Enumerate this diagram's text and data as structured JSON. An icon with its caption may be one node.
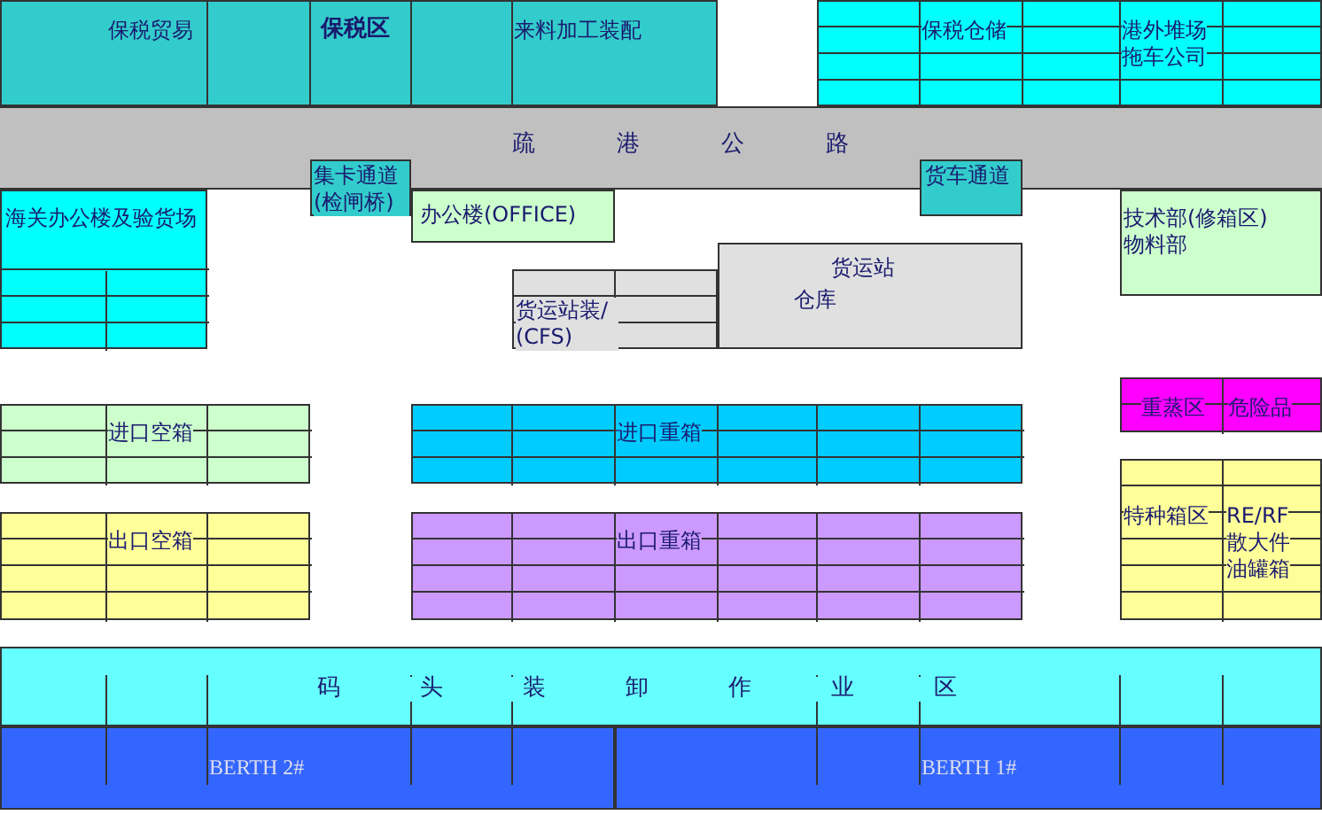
{
  "diagram": {
    "nodes": [
      {
        "text": [
          "保税贸易",
          "保税区",
          "来料加工装配"
        ]
      },
      {
        "text": [
          "保税仓储",
          "港外堆场",
          "拖车公司"
        ]
      },
      {
        "text": [
          "疏港公路"
        ]
      },
      {
        "text": [
          "集卡通道(检闸桥)"
        ]
      },
      {
        "text": [
          "货车通道"
        ]
      },
      {
        "text": [
          "海关办公楼及验货场"
        ]
      },
      {
        "text": [
          "办公楼(OFFICE)"
        ]
      },
      {
        "text": [
          "货运站装/(CFS)"
        ]
      },
      {
        "text": [
          "货运站",
          "仓库"
        ]
      },
      {
        "text": [
          "技术部(修箱区)",
          "物料部"
        ]
      },
      {
        "text": [
          "重蒸区",
          "危险品"
        ]
      },
      {
        "text": [
          "进口空箱"
        ]
      },
      {
        "text": [
          "进口重箱"
        ]
      },
      {
        "text": [
          "出口空箱"
        ]
      },
      {
        "text": [
          "出口重箱"
        ]
      },
      {
        "text": [
          "特种箱区",
          "RE/RF",
          "散大件",
          "油罐箱"
        ]
      },
      {
        "text": [
          "码头装卸作业区"
        ]
      },
      {
        "text": [
          "BERTH 2#"
        ]
      },
      {
        "text": [
          "BERTH 1#"
        ]
      }
    ]
  }
}
